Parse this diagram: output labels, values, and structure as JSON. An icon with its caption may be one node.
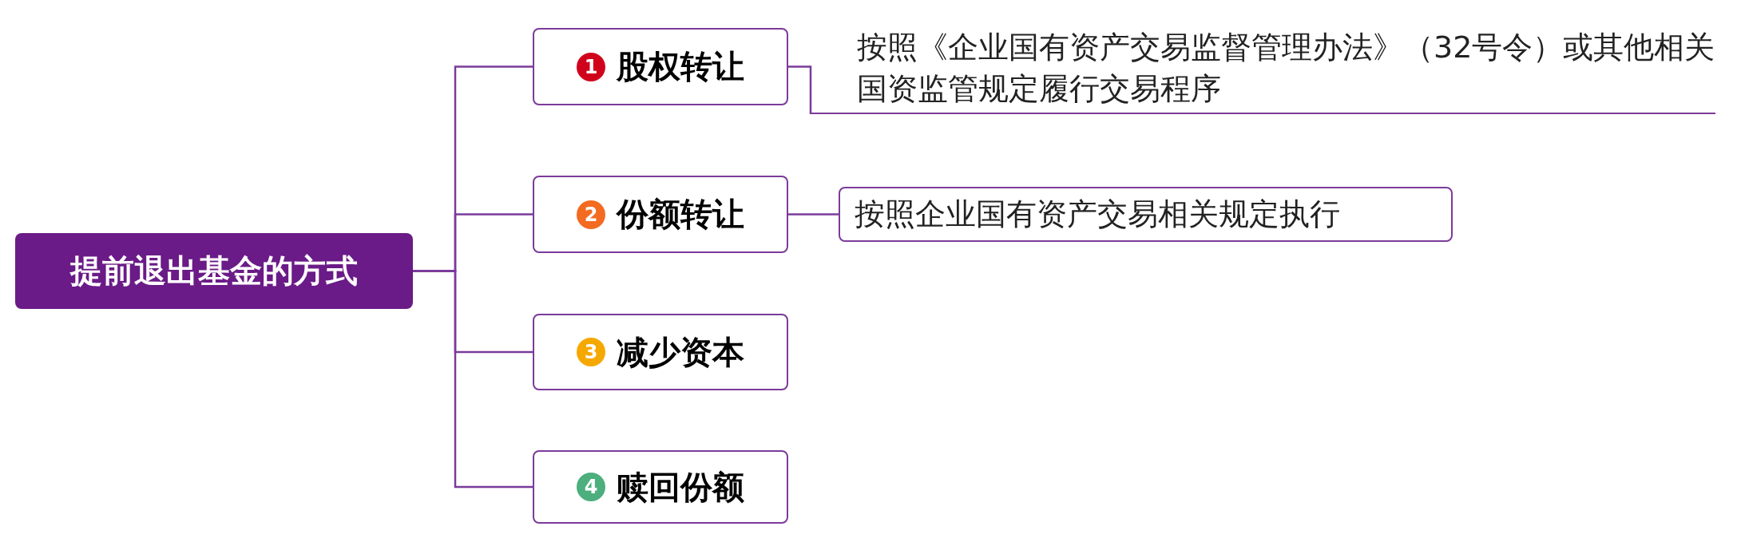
{
  "diagram": {
    "nodes": [
      {
        "text": [
          "提前退出基金的方式"
        ]
      },
      {
        "text": [
          "1",
          "股权转让"
        ]
      },
      {
        "text": [
          "2",
          "份额转让"
        ]
      },
      {
        "text": [
          "3",
          "减少资本"
        ]
      },
      {
        "text": [
          "4",
          "赎回份额"
        ]
      },
      {
        "text": [
          "按照《企业国有资产交易监督管理办法》（32号令）或其他相关国资监管规定履行交易程序"
        ]
      },
      {
        "text": [
          "按照企业国有资产交易相关规定执行"
        ]
      }
    ],
    "edges": [
      {
        "from": 0,
        "to": 1,
        "arrow": "none"
      },
      {
        "from": 0,
        "to": 2,
        "arrow": "none"
      },
      {
        "from": 0,
        "to": 3,
        "arrow": "none"
      },
      {
        "from": 0,
        "to": 4,
        "arrow": "none"
      },
      {
        "from": 1,
        "to": 5,
        "arrow": "none"
      },
      {
        "from": 2,
        "to": 6,
        "arrow": "none"
      }
    ]
  }
}
